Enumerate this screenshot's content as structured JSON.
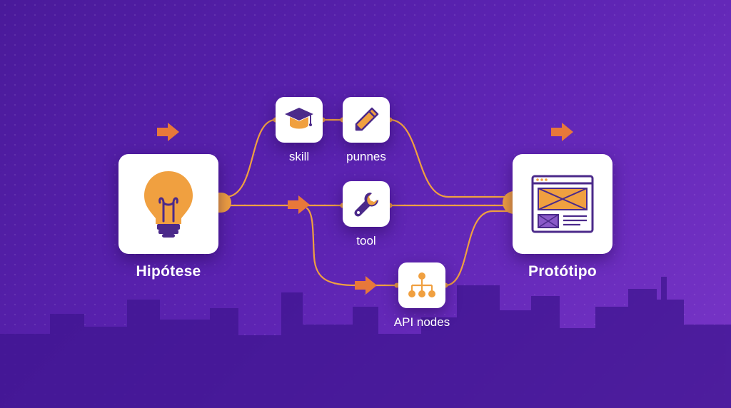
{
  "nodes": {
    "hypothesis": {
      "label": "Hipótese",
      "icon": "lightbulb-icon"
    },
    "prototype": {
      "label": "Protótipo",
      "icon": "wireframe-window-icon"
    },
    "skill": {
      "label": "skill",
      "icon": "graduation-cap-icon"
    },
    "punnes": {
      "label": "punnes",
      "icon": "pencil-icon"
    },
    "tool": {
      "label": "tool",
      "icon": "wrench-icon"
    },
    "api_nodes": {
      "label": "API nodes",
      "icon": "hierarchy-icon"
    }
  },
  "colors": {
    "background_start": "#4a1a9a",
    "background_end": "#7a36c8",
    "accent_orange": "#f0a040",
    "arrow_orange": "#e8783a",
    "icon_purple": "#4b2a8a",
    "card": "#ffffff"
  }
}
